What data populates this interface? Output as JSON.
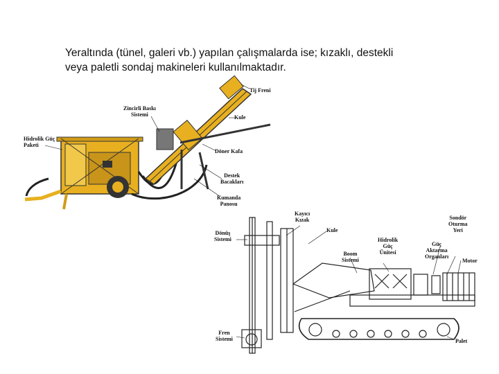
{
  "intro": {
    "line1": "Yeraltında (tünel, galeri vb.) yapılan çalışmalarda ise; kızaklı, destekli",
    "line2": "veya paletli sondaj makineleri kullanılmaktadır."
  },
  "figure1": {
    "labels": {
      "tij_freni": "Tij Freni",
      "zincirli_1": "Zincirli Baskı",
      "zincirli_2": "Sistemi",
      "kule": "Kule",
      "hidrolik_1": "Hidrolik Güç",
      "hidrolik_2": "Paketi",
      "doner_kafa": "Döner Kafa",
      "destek_1": "Destek",
      "destek_2": "Bacakları",
      "kumanda_1": "Kumanda",
      "kumanda_2": "Panosu"
    }
  },
  "figure2": {
    "labels": {
      "kayici_1": "Kayıcı",
      "kayici_2": "Kızak",
      "kule": "Kule",
      "sondor_1": "Sondör",
      "sondor_2": "Oturma",
      "sondor_3": "Yeri",
      "donus_1": "Dönüş",
      "donus_2": "Sistemi",
      "hidrolik_1": "Hidrolik",
      "hidrolik_2": "Güç",
      "hidrolik_3": "Ünitesi",
      "guc_1": "Güç",
      "guc_2": "Aktarma",
      "guc_3": "Organları",
      "boom_1": "Boom",
      "boom_2": "Sistemi",
      "motor": "Motor",
      "fren_1": "Fren",
      "fren_2": "Sistemi",
      "palet": "Palet"
    }
  },
  "colors": {
    "machine_yellow": "#e8b020",
    "machine_dark": "#333333",
    "hose": "#222222"
  }
}
